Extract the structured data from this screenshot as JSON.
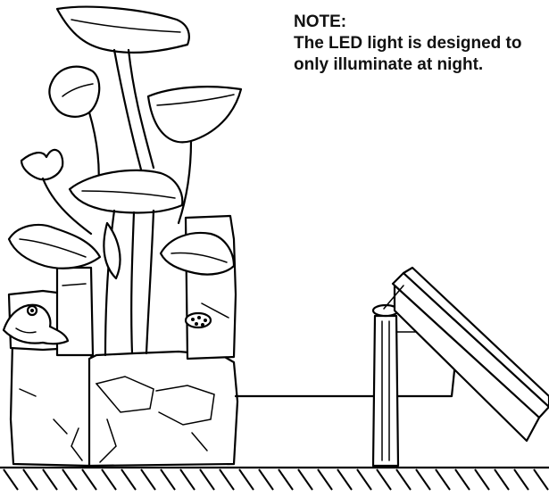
{
  "note": {
    "heading": "NOTE:",
    "line1": "The LED light is designed to",
    "line2": "only illuminate at night."
  },
  "colors": {
    "line": "#000000",
    "background": "#ffffff"
  },
  "icons": [
    "fountain-illustration",
    "frog-icon",
    "lotus-seed-pod-icon",
    "solar-panel-icon",
    "led-post-icon",
    "ground-hatching"
  ]
}
